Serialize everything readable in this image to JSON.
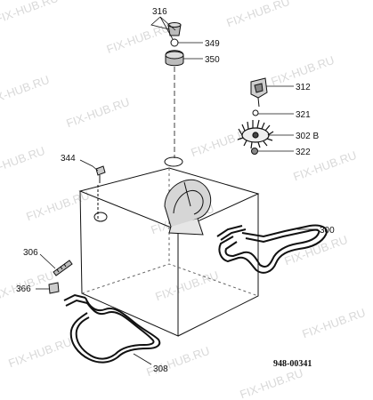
{
  "watermark": "FIX-HUB.RU",
  "drawing_code": "948-00341",
  "callouts": {
    "c316": "316",
    "c349": "349",
    "c350": "350",
    "c312": "312",
    "c321": "321",
    "c302b": "302 B",
    "c322": "322",
    "c344": "344",
    "c300": "300",
    "c306": "306",
    "c366": "366",
    "c308": "308"
  }
}
